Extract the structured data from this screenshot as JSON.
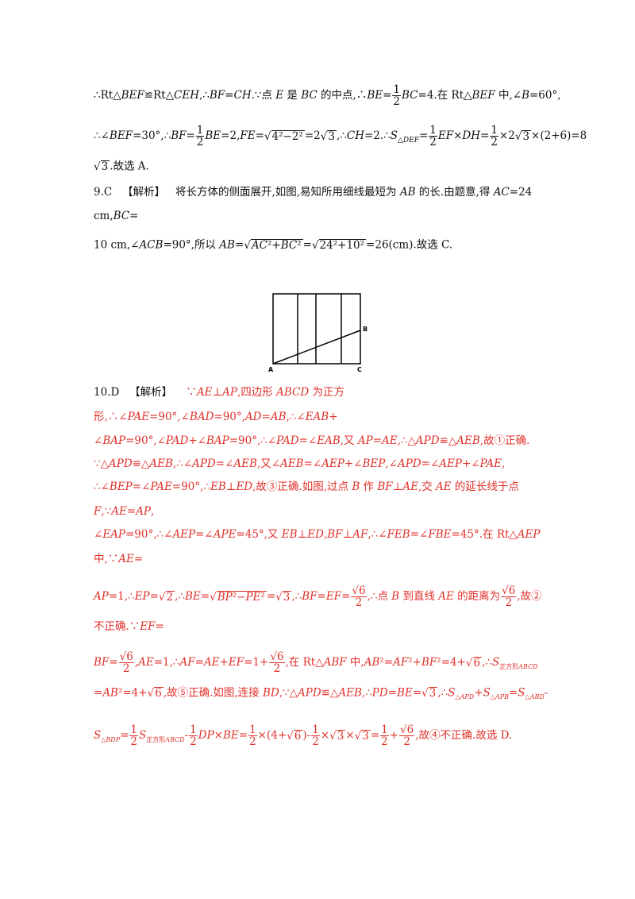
{
  "lines": [
    {
      "id": "l1",
      "text": "∴Rt△BEF≌Rt△CEH,∴BF=CH.∵点 E 是 BC 的中点,∴BE=½BC=4.在 Rt△BEF 中,∠B=60°,"
    },
    {
      "id": "l2",
      "text": "∴∠BEF=30°,∴BF=½BE=2,FE=√(4²−2²)=2√3,∴CH=2.∴S△DEF=½EF×DH=½×2√3×(2+6)=8"
    },
    {
      "id": "l3",
      "text": "√3.故选 A."
    },
    {
      "id": "l4",
      "text": "9.C 【解析】 将长方体的侧面展开,如图,易知所用细线最短为 AB 的长.由题意,得 AC=24"
    },
    {
      "id": "l5",
      "text": "cm,BC="
    },
    {
      "id": "l6",
      "text": "10 cm,∠ACB=90°,所以 AB=√(AC²+BC²)=√(24²+10²)=26(cm).故选 C."
    },
    {
      "id": "l7",
      "text": "10.D 【解析】 ∵AE⊥AP,四边形 ABCD 为正方"
    },
    {
      "id": "l8",
      "text": "形,∴∠PAE=90°,∠BAD=90°,AD=AB,∴∠EAB+"
    },
    {
      "id": "l9",
      "text": "∠BAP=90°,∠PAD+∠BAP=90°,∴∠PAD=∠EAB,又 AP=AE,∴△APD≌△AEB,故①正确."
    },
    {
      "id": "l10",
      "text": "∵△APD≌△AEB,∴∠APD=∠AEB,又∠AEB=∠AEP+∠BEP,∠APD=∠AEP+∠PAE,"
    },
    {
      "id": "l11",
      "text": "∴∠BEP=∠PAE=90°,∴EB⊥ED,故③正确.如图,过点 B 作 BF⊥AE,交 AE 的延长线于点"
    },
    {
      "id": "l12",
      "text": "F,∵AE=AP,"
    },
    {
      "id": "l13",
      "text": "∠EAP=90°,∴∠AEP=∠APE=45°,又 EB⊥ED,BF⊥AF,∴∠FEB=∠FBE=45°.在 Rt△AEP"
    },
    {
      "id": "l14",
      "text": "中,∵AE="
    },
    {
      "id": "l15",
      "text": "AP=1,∴EP=√2,∴BE=√(BP²−PE²)=√3,∴BF=EF=√6/2,∴点 B 到直线 AE 的距离为√6/2,故②"
    },
    {
      "id": "l16",
      "text": "不正确.∵EF="
    },
    {
      "id": "l17",
      "text": "BF=√6/2,AE=1,∴AF=AE+EF=1+√6/2,在 Rt△ABF 中,AB²=AF²+BF²=4+√6,∴S正方形ABCD"
    },
    {
      "id": "l18",
      "text": "=AB²=4+√6,故⑤正确.如图,连接 BD,∵△APD≌△AEB,∴PD=BE=√3,∴S△APD+S△APB=S△ABD-"
    },
    {
      "id": "l19",
      "text": "S△BDP=½S正方形ABCD-½DP×BE=½×(4+√6)-½×√3×√3=½+√6/2,故④不正确.故选 D."
    }
  ],
  "figure": {
    "labels": {
      "a": "A",
      "b": "B",
      "c": "C"
    }
  }
}
